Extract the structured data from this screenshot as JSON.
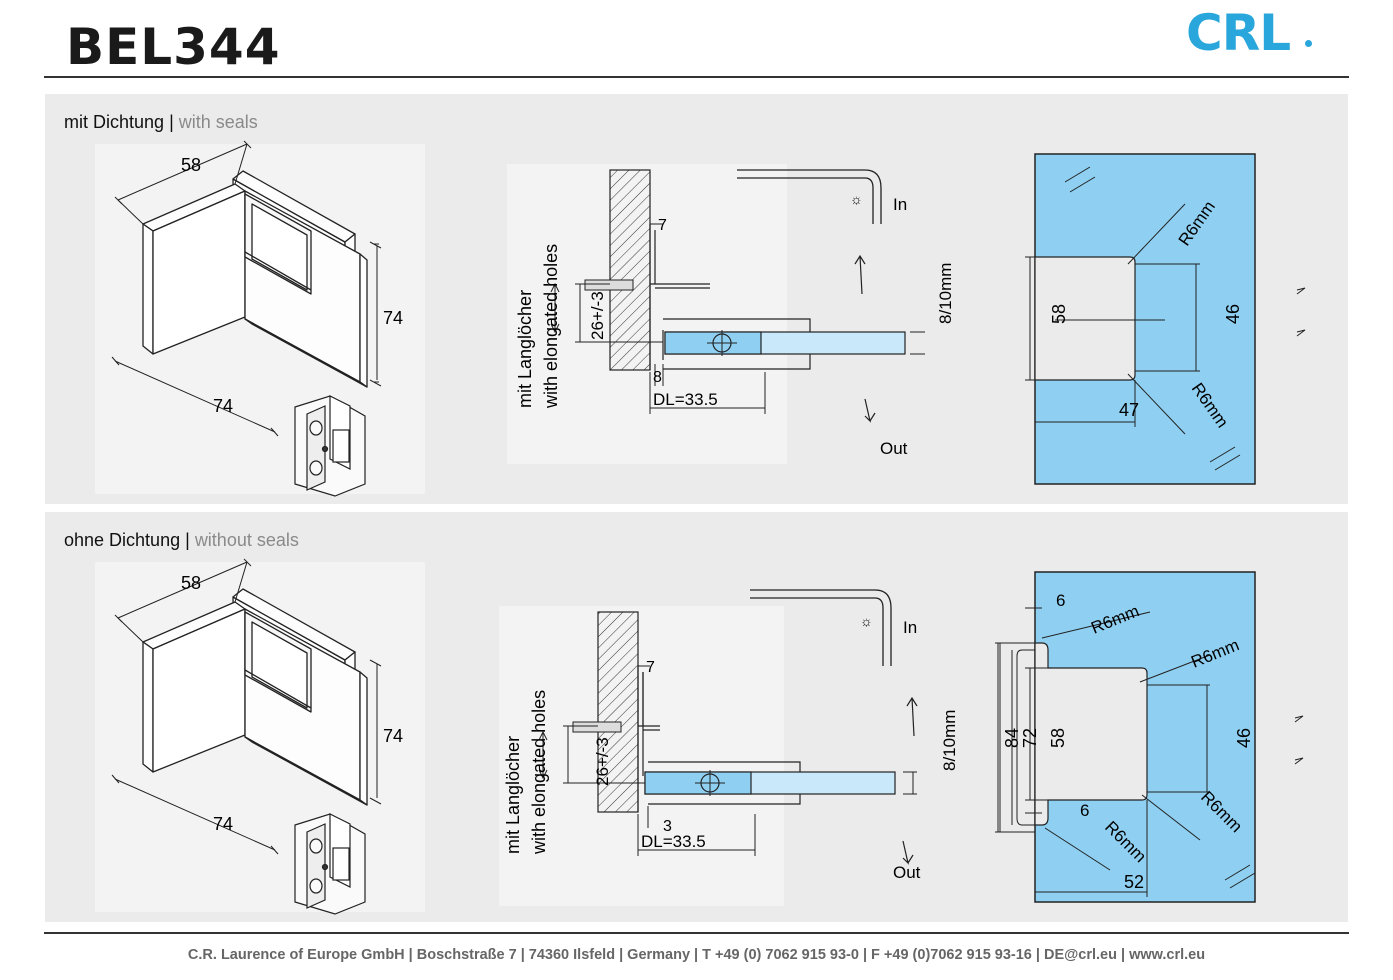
{
  "header": {
    "title": "BEL344",
    "logo": "CRL"
  },
  "panels": [
    {
      "label_de": "mit Dichtung",
      "label_sep": "|",
      "label_en": "with seals",
      "iso": {
        "width": "58",
        "height": "74",
        "depth": "74"
      },
      "side": {
        "hole_line1": "mit Langlöcher",
        "hole_line2": "with elongated holes",
        "adjust": "26+/-3",
        "gap_top": "7",
        "gap_bottom": "8",
        "dl": "DL=33.5",
        "glass": "8/10mm",
        "in": "In",
        "out": "Out"
      },
      "front": {
        "height": "58",
        "hole_height": "46",
        "width": "47",
        "radius_top": "R6mm",
        "radius_bottom": "R6mm"
      }
    },
    {
      "label_de": "ohne Dichtung",
      "label_sep": "|",
      "label_en": "without seals",
      "iso": {
        "width": "58",
        "height": "74",
        "depth": "74"
      },
      "side": {
        "hole_line1": "mit Langlöcher",
        "hole_line2": "with elongated holes",
        "adjust": "26+/-3",
        "gap_top": "7",
        "gap_bottom": "3",
        "dl": "DL=33.5",
        "glass": "8/10mm",
        "in": "In",
        "out": "Out"
      },
      "front": {
        "gap_top": "6",
        "gap_bottom": "6",
        "outer_height": "84",
        "mid_height": "72",
        "height": "58",
        "hole_height": "46",
        "width": "52",
        "radius_a": "R6mm",
        "radius_b": "R6mm",
        "radius_c": "R6mm",
        "radius_d": "R6mm"
      }
    }
  ],
  "footer": "C.R. Laurence of Europe GmbH | Boschstraße 7 | 74360 Ilsfeld | Germany | T +49 (0) 7062 915 93-0 | F +49 (0)7062 915 93-16 | DE@crl.eu | www.crl.eu",
  "colors": {
    "glass": "#8fd0f2",
    "glass_light": "#c9e9fa",
    "brand": "#29a6dc"
  }
}
